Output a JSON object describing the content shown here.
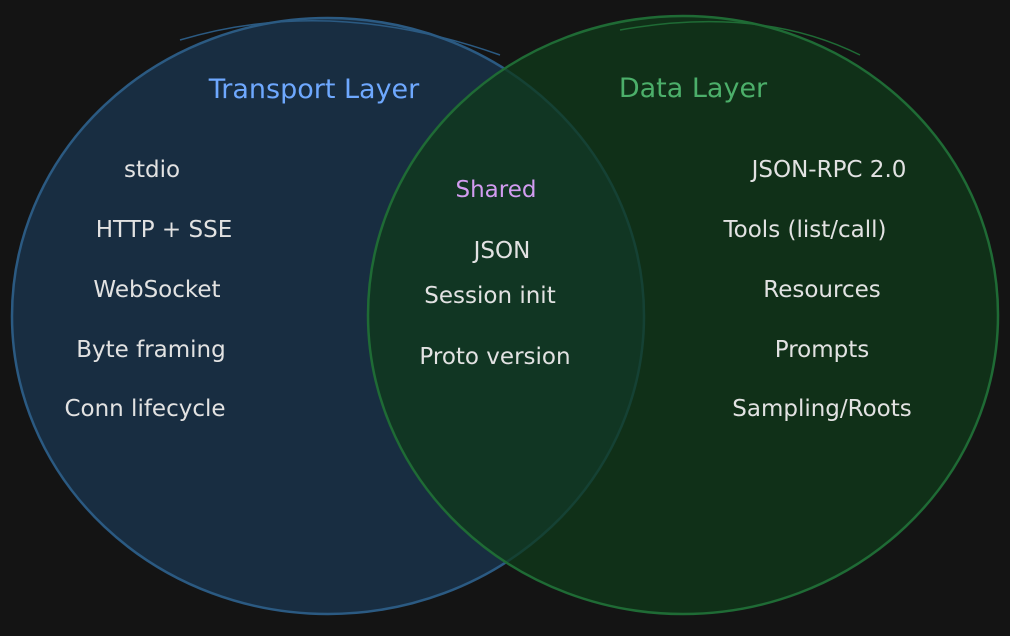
{
  "diagram": {
    "left_circle": {
      "title": "Transport Layer",
      "title_color": "#6ea8fe",
      "fill": "#1a3550",
      "stroke": "#2b5a82",
      "items": [
        "stdio",
        "HTTP + SSE",
        "WebSocket",
        "Byte framing",
        "Conn lifecycle"
      ]
    },
    "right_circle": {
      "title": "Data Layer",
      "title_color": "#4caf6a",
      "fill": "#0f3a1a",
      "stroke": "#1f6b35",
      "items": [
        "JSON-RPC 2.0",
        "Tools (list/call)",
        "Resources",
        "Prompts",
        "Sampling/Roots"
      ]
    },
    "overlap": {
      "title": "Shared",
      "title_color": "#d29cf0",
      "items": [
        "JSON",
        "Session init",
        "Proto version"
      ]
    },
    "item_text_color": "#e2e2e2",
    "background": "#141414"
  }
}
